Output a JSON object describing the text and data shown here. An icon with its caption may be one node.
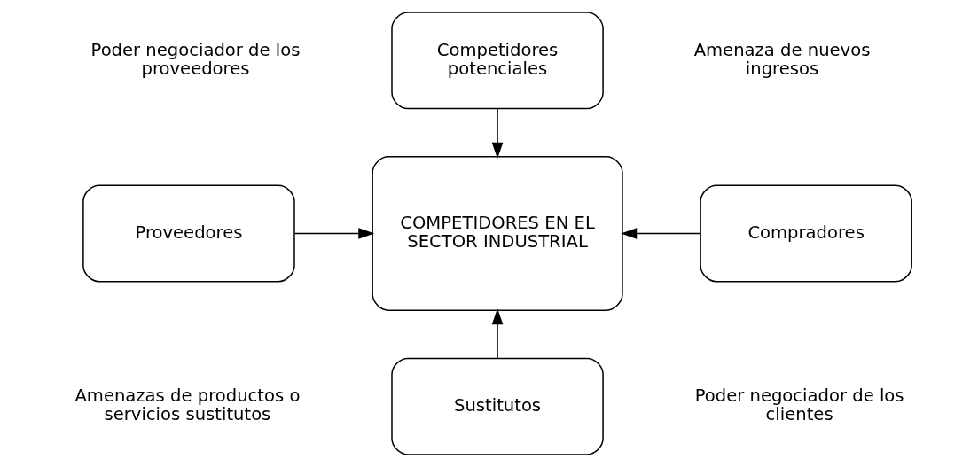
{
  "diagram": {
    "nodes": [
      {
        "text": [
          "Competidores potenciales"
        ]
      },
      {
        "text": [
          "Proveedores"
        ]
      },
      {
        "text": [
          "COMPETIDORES EN EL SECTOR INDUSTRIAL"
        ]
      },
      {
        "text": [
          "Compradores"
        ]
      },
      {
        "text": [
          "Sustitutos"
        ]
      }
    ],
    "edges": [
      {
        "from": 0,
        "to": 2,
        "arrow": "to"
      },
      {
        "from": 1,
        "to": 2,
        "arrow": "to"
      },
      {
        "from": 3,
        "to": 2,
        "arrow": "to"
      },
      {
        "from": 4,
        "to": 2,
        "arrow": "to"
      }
    ],
    "labels": [
      "Poder negociador de los proveedores",
      "Amenaza de nuevos ingresos",
      "Poder negociador de los clientes",
      "Amenazas de productos o servicios sustitutos"
    ]
  }
}
